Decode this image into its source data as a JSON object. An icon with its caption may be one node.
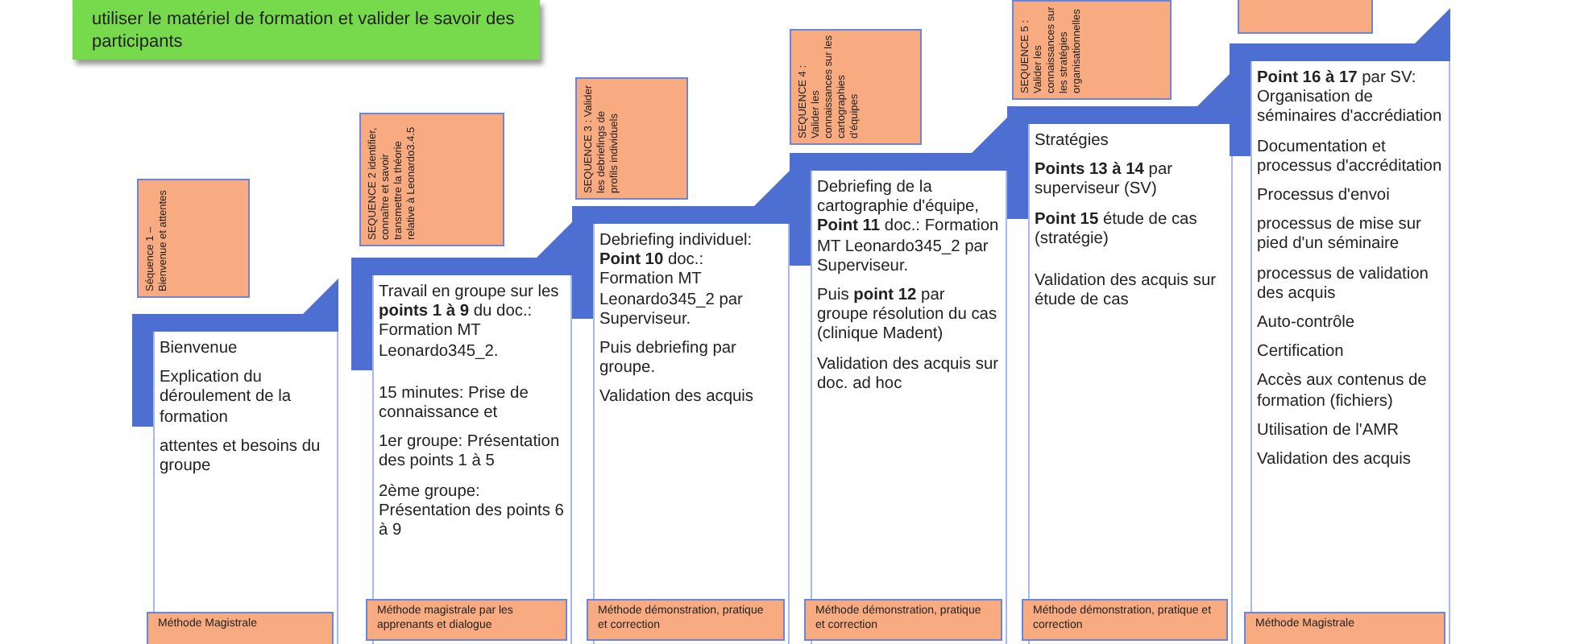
{
  "diagram": {
    "nodes": [
      {
        "text": [
          "utiliser le matériel de formation et valider le savoir des participants"
        ]
      },
      {
        "text": [
          "Séquence 1 – Bienvenue et attentes"
        ]
      },
      {
        "text": [
          "Bienvenue",
          "Explication du déroulement de la formation",
          "attentes et besoins du groupe"
        ]
      },
      {
        "text": [
          "Méthode Magistrale"
        ],
        "in": 2
      },
      {
        "text": [
          "SEQUENCE 2 identifier, connaître et savoir transmettre la théorie relative à Leonardo3.4.5"
        ]
      },
      {
        "text": [
          "Travail en groupe sur les **points 1 à 9** du doc.: Formation MT Leonardo345_2.",
          "15 minutes: Prise de connaissance et",
          "1er groupe: Présentation des points 1 à 5",
          "2ème groupe: Présentation des points 6 à 9"
        ]
      },
      {
        "text": [
          "Méthode magistrale par les apprenants et dialogue"
        ],
        "in": 5
      },
      {
        "text": [
          "SEQUENCE 3 : Valider les debriefings de profils individuels"
        ]
      },
      {
        "text": [
          "Debriefing individuel: **Point 10** doc.: Formation MT Leonardo345_2 par Superviseur.",
          "Puis debriefing par groupe.",
          "Validation des acquis"
        ]
      },
      {
        "text": [
          "Méthode démonstration, pratique et correction"
        ],
        "in": 8
      },
      {
        "text": [
          "SEQUENCE 4 : Valider les connaissances sur les cartographies d'équipes"
        ]
      },
      {
        "text": [
          "Debriefing de la cartographie d'équipe, **Point 11** doc.: Formation MT Leonardo345_2 par Superviseur.",
          "Puis **point 12** par groupe résolution du cas (clinique Madent)",
          "Validation des acquis sur doc. ad hoc"
        ]
      },
      {
        "text": [
          "Méthode démonstration, pratique et correction"
        ],
        "in": 11
      },
      {
        "text": [
          "SEQUENCE 5 : Valider les connaissances sur les stratégies organisationnelles"
        ]
      },
      {
        "text": [
          "Stratégies",
          "**Points 13 à 14** par superviseur (SV)",
          "**Point 15** étude de cas (stratégie)",
          "Validation des acquis sur étude de cas"
        ]
      },
      {
        "text": [
          "Méthode démonstration, pratique et correction"
        ],
        "in": 14
      },
      {
        "text": [],
        "shape": "box"
      },
      {
        "text": [
          "**Point 16 à 17** par SV: Organisation de séminaires d'accrédiation",
          "Documentation et processus d'accréditation",
          "Processus d'envoi",
          "processus de mise sur pied d'un séminaire",
          "processus de validation des acquis",
          "Auto-contrôle",
          "Certification",
          "Accès aux contenus de formation (fichiers)",
          "Utilisation de l'AMR",
          "Validation des acquis"
        ]
      },
      {
        "text": [
          "Méthode Magistrale"
        ],
        "in": 17
      }
    ]
  }
}
